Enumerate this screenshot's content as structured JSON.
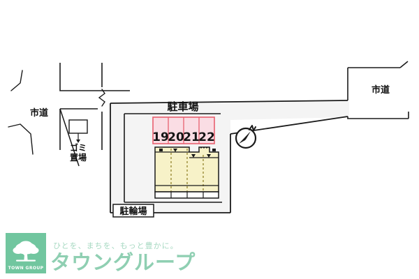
{
  "document": {
    "type": "property-site-plan",
    "title": "配置図"
  },
  "map": {
    "background_color": "#ffffff",
    "line_color": "#1a1a1a",
    "site_fill": "#f4f4f4",
    "labels": {
      "parking_lot": "駐車場",
      "bicycle_parking": "駐輪場",
      "garbage_area": "ゴミ\n置場",
      "garbage_area_line1": "ゴミ",
      "garbage_area_line2": "置場",
      "city_road_left": "市道",
      "city_road_right": "市道"
    },
    "parking_stalls": {
      "fill_color": "#fadde4",
      "border_color": "#e8606f",
      "numbers": [
        "19",
        "20",
        "21",
        "22"
      ]
    },
    "building": {
      "fill_color": "#f7f2c8",
      "outline_color": "#1a1a1a",
      "unit_divider_style": "dashed",
      "unit_divider_count": 3
    },
    "compass": {
      "icon": "north-arrow-icon",
      "direction": "north"
    }
  },
  "footer": {
    "logo": {
      "icon": "tree-logo-icon",
      "background_color": "#71c69f",
      "text": "TOWN GROUP"
    },
    "tagline": "ひとを、まちを、もっと豊かに。",
    "brand_name": "タウングループ",
    "tagline_color": "#a7d9c2",
    "brand_color": "#8fcfb2"
  }
}
